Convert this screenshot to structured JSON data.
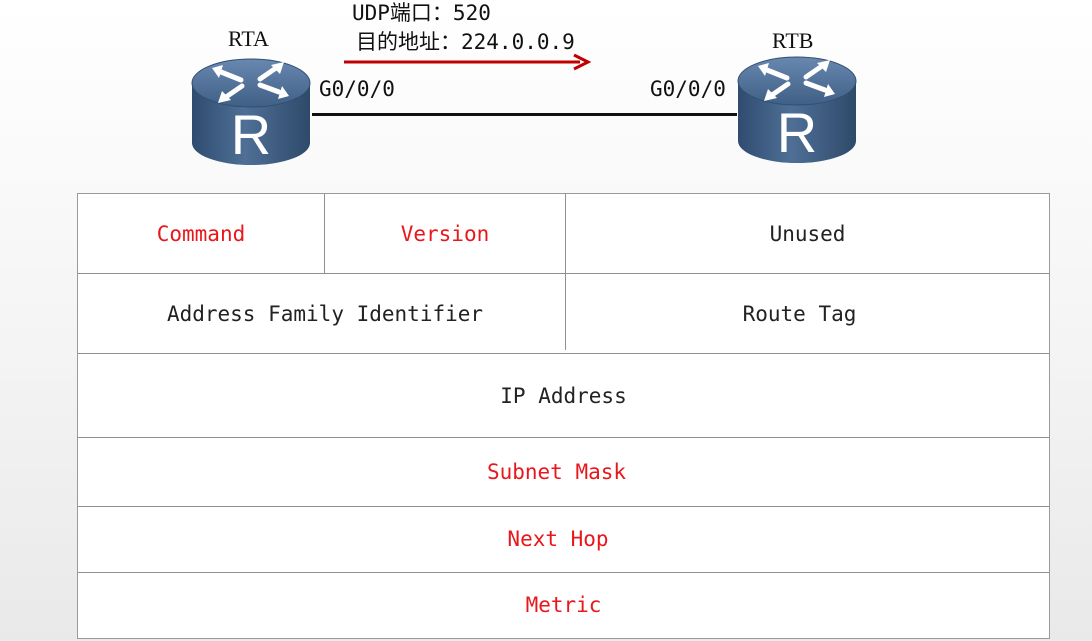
{
  "topology": {
    "router_a_name": "RTA",
    "router_b_name": "RTB",
    "router_icon_letter": "R",
    "interface_a": "G0/0/0",
    "interface_b": "G0/0/0",
    "udp_port": "UDP端口：520",
    "destination": "目的地址：224.0.0.9",
    "router_color": "#3f5f82",
    "arrow_color": "#c00000"
  },
  "packet": {
    "command": "Command",
    "version": "Version",
    "unused": "Unused",
    "afi": "Address Family Identifier",
    "route_tag": "Route Tag",
    "ip_address": "IP Address",
    "subnet_mask": "Subnet Mask",
    "next_hop": "Next Hop",
    "metric": "Metric",
    "highlight_color": "#e8171b"
  }
}
